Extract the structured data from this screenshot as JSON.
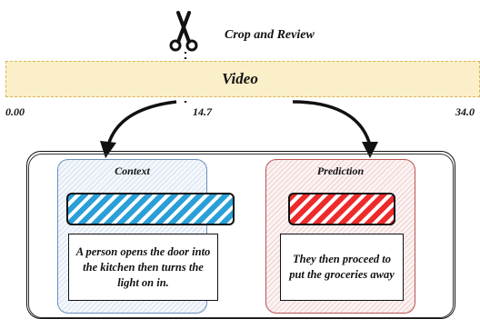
{
  "header": {
    "title": "Crop and Review"
  },
  "timeline": {
    "label": "Video",
    "ticks": [
      "0.00",
      "14.7",
      "34.0"
    ]
  },
  "context": {
    "title": "Context",
    "text": "A person opens the door into the kitchen then turns the light on in."
  },
  "prediction": {
    "title": "Prediction",
    "text": "They then proceed to put the groceries away"
  },
  "colors": {
    "timeline_fill": "#fbefc9",
    "context_accent": "#2a9fd8",
    "prediction_accent": "#ee2b2b",
    "context_border": "#6c8ebf",
    "prediction_border": "#b85450"
  },
  "icons": [
    "scissors-icon"
  ]
}
